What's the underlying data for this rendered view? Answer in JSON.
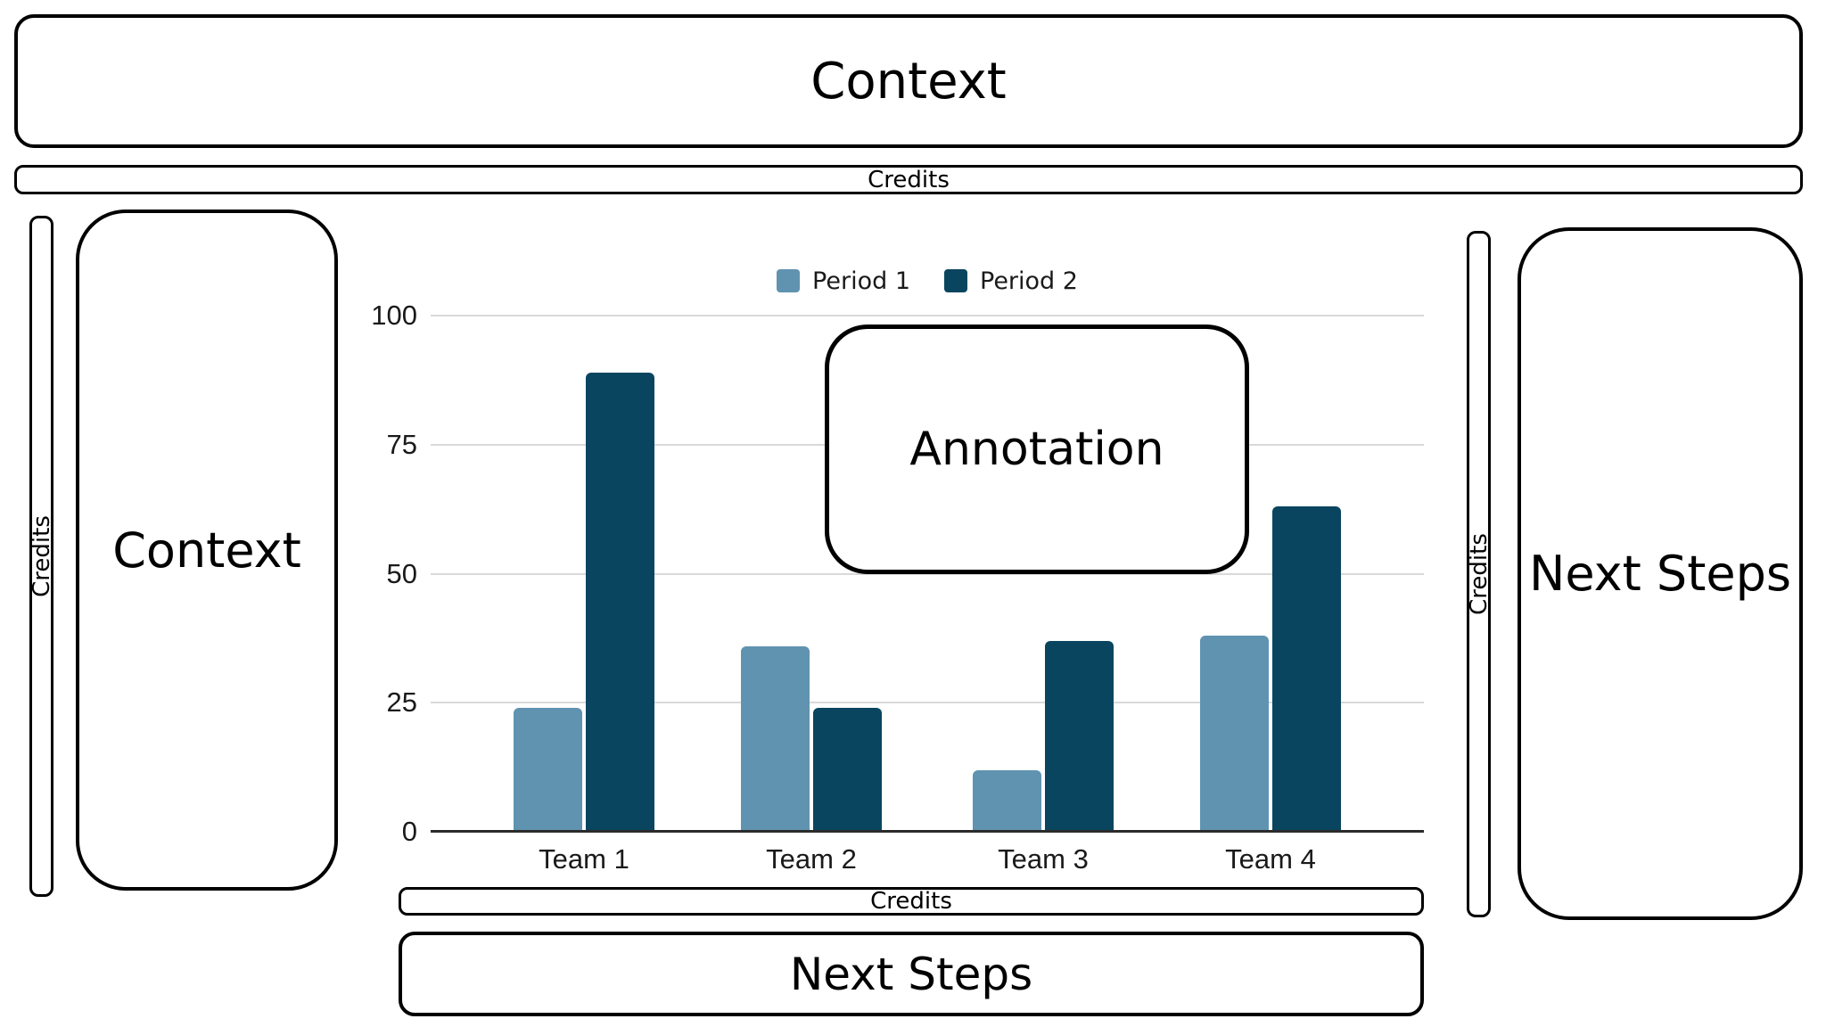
{
  "boxes": {
    "top_context": "Context",
    "top_credits": "Credits",
    "left_credits": "Credits",
    "left_context": "Context",
    "right_credits": "Credits",
    "right_next_steps": "Next Steps",
    "bottom_credits": "Credits",
    "bottom_next_steps": "Next Steps",
    "annotation": "Annotation"
  },
  "palette": {
    "background": "#ffffff",
    "box_fill": "#ffffff",
    "box_border": "#000000",
    "grid_line": "#d9d9d9",
    "axis_line": "#2b2b2b",
    "chart_text": "#1a1a1a",
    "period1": "#6093b0",
    "period2": "#0a455f"
  },
  "chart_data": {
    "type": "bar",
    "categories": [
      "Team 1",
      "Team 2",
      "Team 3",
      "Team 4"
    ],
    "series": [
      {
        "name": "Period 1",
        "color": "#6093b0",
        "values": [
          24,
          36,
          12,
          38
        ]
      },
      {
        "name": "Period 2",
        "color": "#0a455f",
        "values": [
          89,
          24,
          37,
          63
        ]
      }
    ],
    "title": "",
    "xlabel": "",
    "ylabel": "",
    "ylim": [
      0,
      100
    ],
    "yticks": [
      0,
      25,
      50,
      75,
      100
    ],
    "grid": true,
    "legend_position": "top-center"
  }
}
